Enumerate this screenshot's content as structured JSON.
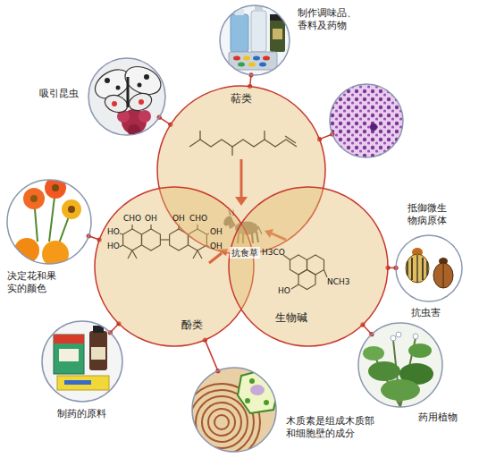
{
  "diagram": {
    "nodes": [
      {
        "text": [
          "萜类"
        ]
      },
      {
        "text": [
          "酚类"
        ]
      },
      {
        "text": [
          "生物碱"
        ]
      },
      {
        "text": [
          "抗食草"
        ]
      },
      {
        "text": [
          "制作调味品、香料及药物"
        ]
      },
      {
        "text": [
          "吸引昆虫"
        ]
      },
      {
        "text": [
          "抵御微生物病原体"
        ]
      },
      {
        "text": [
          "抗虫害"
        ]
      },
      {
        "text": [
          "药用植物"
        ]
      },
      {
        "text": [
          "木质素是组成木质部和细胞壁的成分"
        ]
      },
      {
        "text": [
          "制药的原料"
        ]
      },
      {
        "text": [
          "决定花和果实的颜色"
        ]
      }
    ],
    "edges": [
      {
        "from": 0,
        "to": 4,
        "arrow": "none"
      },
      {
        "from": 0,
        "to": 5,
        "arrow": "none"
      },
      {
        "from": 0,
        "to": 6,
        "arrow": "none"
      },
      {
        "from": 2,
        "to": 7,
        "arrow": "none"
      },
      {
        "from": 2,
        "to": 8,
        "arrow": "none"
      },
      {
        "from": 1,
        "to": 9,
        "arrow": "none"
      },
      {
        "from": 1,
        "to": 10,
        "arrow": "none"
      },
      {
        "from": 1,
        "to": 11,
        "arrow": "none"
      }
    ],
    "labels": [
      "CHO",
      "OH",
      "OH",
      "CHO",
      "HO",
      "HO",
      "OH",
      "OH",
      "H3CO",
      "NCH3",
      "HO"
    ]
  }
}
